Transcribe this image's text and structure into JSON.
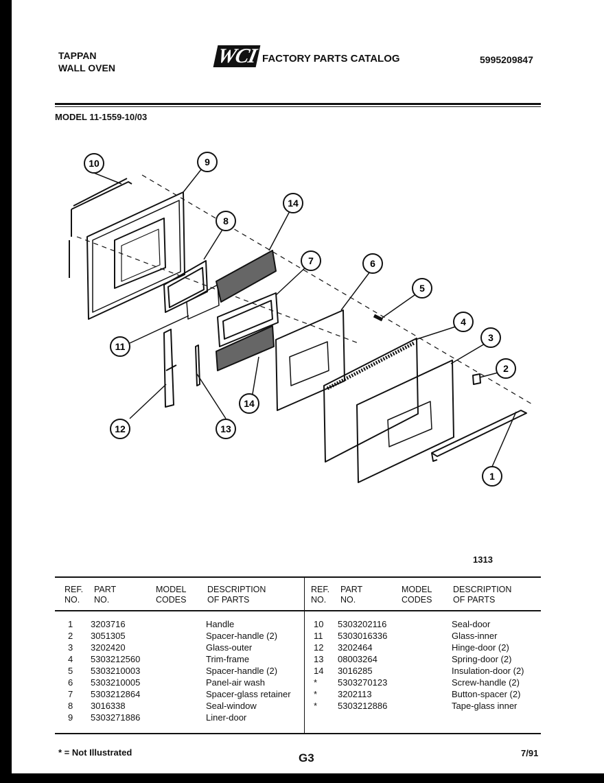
{
  "header": {
    "brand_line1": "TAPPAN",
    "brand_line2": "WALL OVEN",
    "logo_text": "WCI",
    "catalog_title": "FACTORY PARTS CATALOG",
    "catalog_number": "5995209847",
    "model_label": "MODEL 11-1559-10/03"
  },
  "diagram": {
    "figure_number": "1313",
    "callouts": [
      "10",
      "9",
      "8",
      "14",
      "7",
      "6",
      "5",
      "4",
      "3",
      "2",
      "1",
      "11",
      "12",
      "13",
      "14"
    ]
  },
  "table": {
    "headers": {
      "ref_no_1": "REF.",
      "ref_no_2": "NO.",
      "part_no_1": "PART",
      "part_no_2": "NO.",
      "model_codes_1": "MODEL",
      "model_codes_2": "CODES",
      "description_1": "DESCRIPTION",
      "description_2": "OF PARTS"
    },
    "left_rows": [
      {
        "ref": "1",
        "part": "3203716",
        "desc": "Handle"
      },
      {
        "ref": "2",
        "part": "3051305",
        "desc": "Spacer-handle (2)"
      },
      {
        "ref": "3",
        "part": "3202420",
        "desc": "Glass-outer"
      },
      {
        "ref": "4",
        "part": "5303212560",
        "desc": "Trim-frame"
      },
      {
        "ref": "5",
        "part": "5303210003",
        "desc": "Spacer-handle (2)"
      },
      {
        "ref": "6",
        "part": "5303210005",
        "desc": "Panel-air wash"
      },
      {
        "ref": "7",
        "part": "5303212864",
        "desc": "Spacer-glass retainer"
      },
      {
        "ref": "8",
        "part": "3016338",
        "desc": "Seal-window"
      },
      {
        "ref": "9",
        "part": "5303271886",
        "desc": "Liner-door"
      }
    ],
    "right_rows": [
      {
        "ref": "10",
        "part": "5303202116",
        "desc": "Seal-door"
      },
      {
        "ref": "11",
        "part": "5303016336",
        "desc": "Glass-inner"
      },
      {
        "ref": "12",
        "part": "3202464",
        "desc": "Hinge-door (2)"
      },
      {
        "ref": "13",
        "part": "08003264",
        "desc": "Spring-door (2)"
      },
      {
        "ref": "14",
        "part": "3016285",
        "desc": "Insulation-door (2)"
      },
      {
        "ref": "*",
        "part": "5303270123",
        "desc": "Screw-handle (2)"
      },
      {
        "ref": "*",
        "part": "3202113",
        "desc": "Button-spacer (2)"
      },
      {
        "ref": "*",
        "part": "5303212886",
        "desc": "Tape-glass inner"
      }
    ]
  },
  "footer": {
    "note": "* = Not Illustrated",
    "page_code": "G3",
    "date": "7/91"
  }
}
